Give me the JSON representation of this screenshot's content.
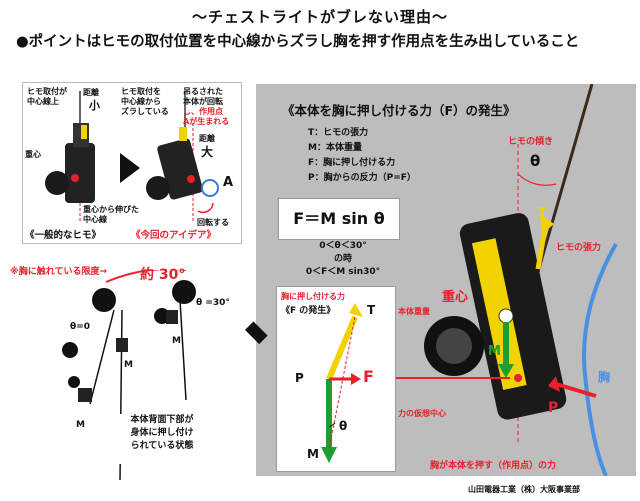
{
  "title": "〜チェストライトがブレない理由〜",
  "headline": "●ポイントはヒモの取付位置を中心線からズラし胸を押す作用点を生み出していること",
  "left_panel": {
    "normal_caption": "《一般的なヒモ》",
    "idea_caption": "《今回のアイデア》",
    "strap_center": "ヒモ取付が\n中心線上",
    "distance_label": "距離",
    "small_label": "小",
    "center_of_gravity": "重心",
    "line_from_cg": "重心から伸びた\n中心線",
    "strap_offset": "ヒモ取付を\n中心線から\nズラしている",
    "hanging_body": "吊るされた\n本体が回転",
    "point_a_created": "し、作用点\nAが生まれる",
    "distance_label_2": "距離",
    "large_label": "大",
    "rotate": "回転する",
    "point_a": "A"
  },
  "big_panel": {
    "title": "《本体を胸に押し付ける力（F）の発生》",
    "legend": [
      "T：ヒモの張力",
      "M：本体重量",
      "F：胸に押し付ける力",
      "P：胸からの反力（P=F）"
    ],
    "formula": "F＝M sin θ",
    "condition": [
      "0＜θ＜30°",
      "の時",
      "0＜F＜M sin30°"
    ],
    "strap_tilt": "ヒモの傾き",
    "theta": "θ",
    "T": "T",
    "strap_tension": "ヒモの張力",
    "cg": "重心",
    "weight": "本体重量",
    "M": "M",
    "F": "F",
    "P": "P",
    "virtual_center": "力の仮想中心",
    "chest": "胸",
    "reaction": "胸が本体を押す（作用点）の力"
  },
  "force_box": {
    "label": "胸に押し付ける力",
    "generation": "《F の発生》",
    "T": "T",
    "P": "P",
    "F": "F",
    "theta": "θ",
    "M": "M"
  },
  "bottom_left": {
    "limit": "※胸に触れている限度→",
    "approx": "約 30°",
    "theta0": "θ=0",
    "theta30": "θ =30°",
    "M": "M",
    "M2": "M",
    "M3": "M",
    "note": "本体背面下部が\n身体に押し付け\nられている状態"
  },
  "footer": "山田電器工業（株）大阪事業部"
}
